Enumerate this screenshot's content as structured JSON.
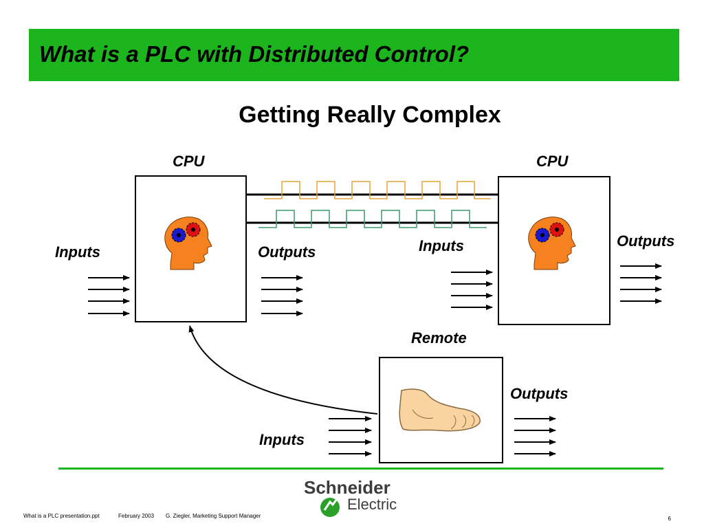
{
  "slide": {
    "title": "What is a PLC with Distributed Control?",
    "subtitle": "Getting Really Complex"
  },
  "diagram": {
    "cpu_left_label": "CPU",
    "cpu_right_label": "CPU",
    "remote_label": "Remote",
    "left_inputs_label": "Inputs",
    "left_outputs_label": "Outputs",
    "right_inputs_label": "Inputs",
    "right_outputs_label": "Outputs",
    "remote_inputs_label": "Inputs",
    "remote_outputs_label": "Outputs",
    "icons": [
      "head-with-gears-icon",
      "foot-icon"
    ],
    "colors": {
      "title_bar": "#1db51d",
      "signal_orange": "#e8a23a",
      "signal_green": "#3a9a6a",
      "head": "#f5821f",
      "gear_blue": "#1a1acc",
      "gear_red": "#dd1111",
      "foot": "#f9d3a0"
    }
  },
  "footer": {
    "file": "What is a PLC presentation.ppt",
    "date": "February 2003",
    "author": "G. Ziegler, Marketing Support Manager",
    "page": "6",
    "logo_name": "Schneider",
    "logo_sub": "Electric"
  }
}
